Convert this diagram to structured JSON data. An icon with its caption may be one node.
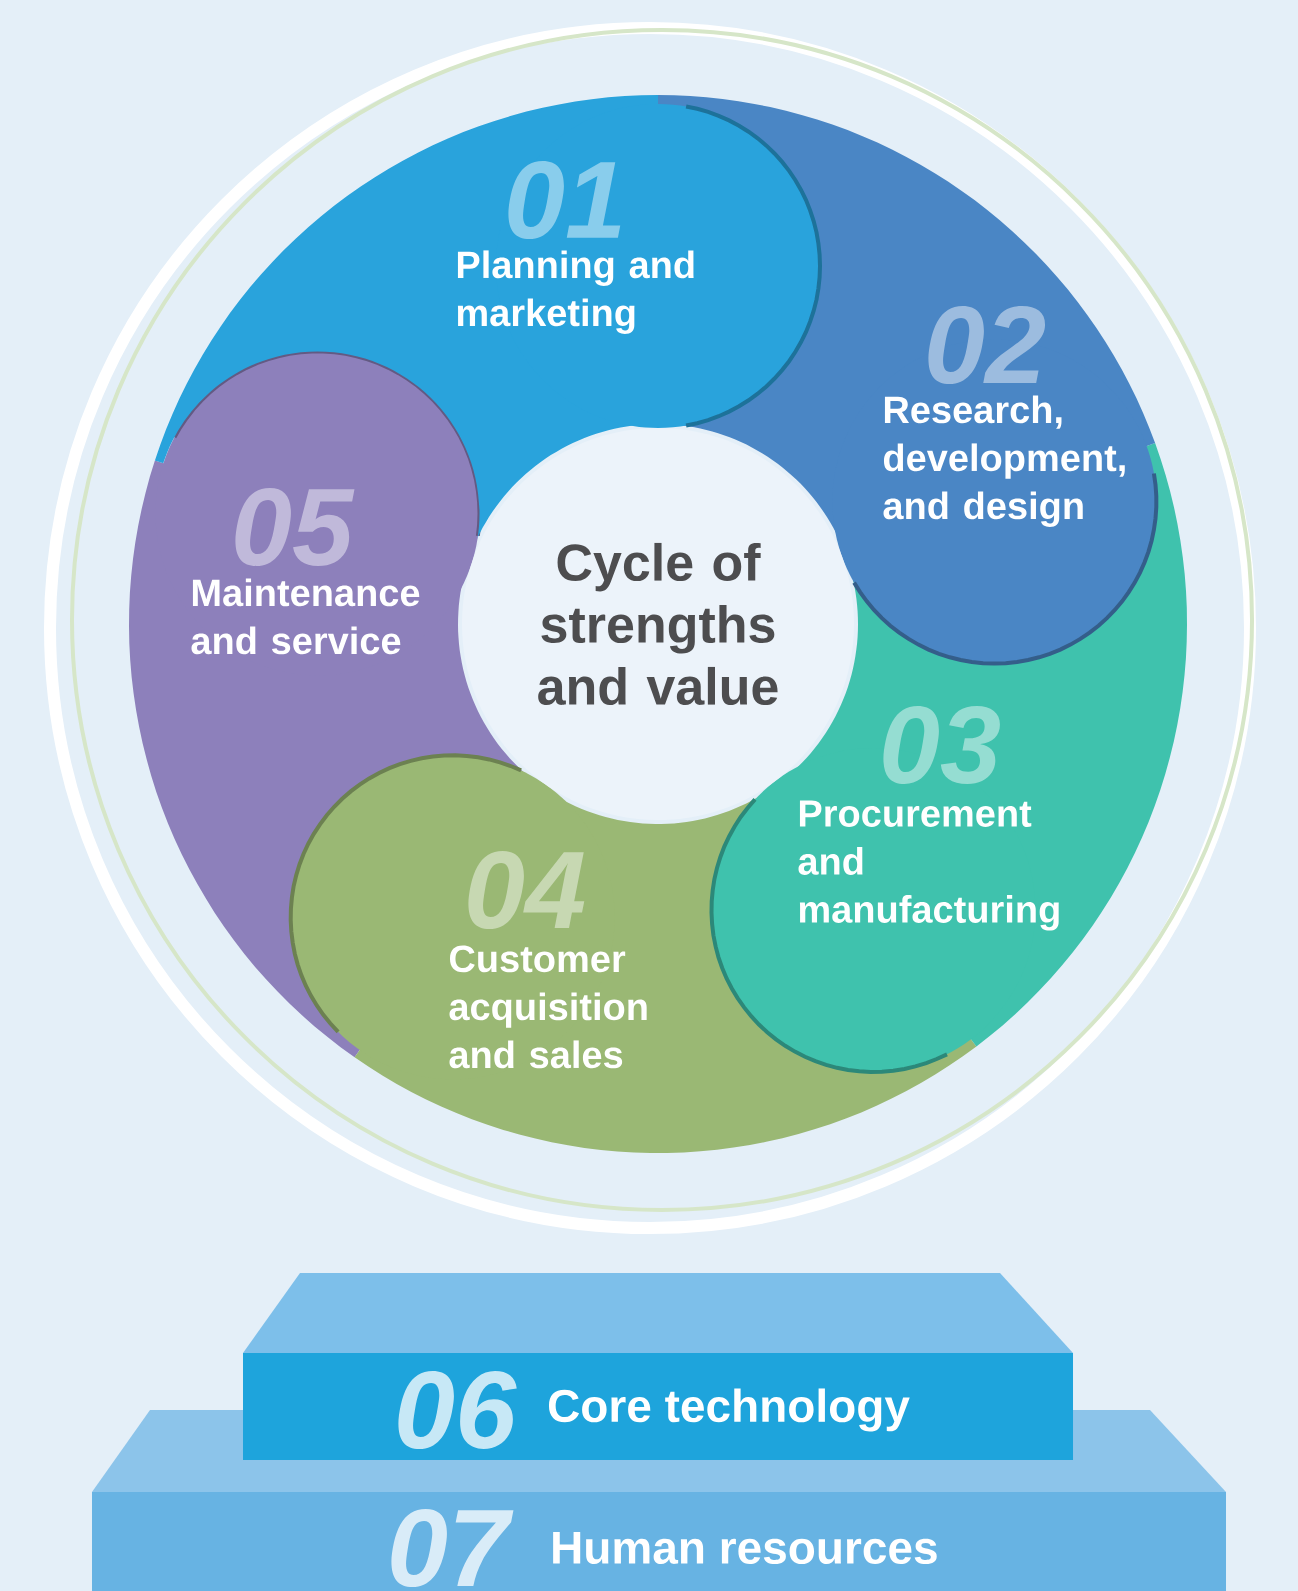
{
  "diagram": {
    "nodes": [
      {
        "text": [
          "Cycle of strengths and value"
        ]
      },
      {
        "text": [
          "01",
          "Planning and marketing"
        ]
      },
      {
        "text": [
          "02",
          "Research, development, and design"
        ]
      },
      {
        "text": [
          "03",
          "Procurement and manufacturing"
        ]
      },
      {
        "text": [
          "04",
          "Customer acquisition and sales"
        ]
      },
      {
        "text": [
          "05",
          "Maintenance and service"
        ]
      },
      {
        "text": [
          "06",
          "Core technology"
        ]
      },
      {
        "text": [
          "07",
          "Human resources"
        ]
      }
    ]
  }
}
